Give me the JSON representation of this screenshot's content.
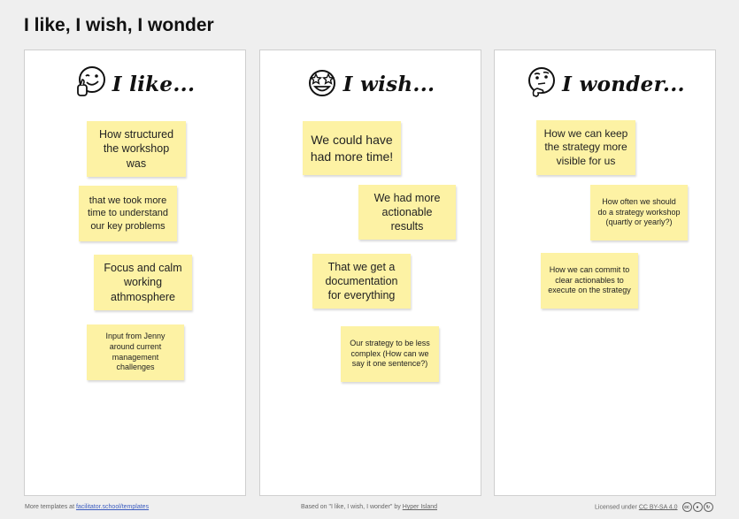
{
  "title": "I like, I wish, I wonder",
  "columns": [
    {
      "heading": "I like...",
      "icon": "smiling-thumbs-up-icon",
      "notes": [
        "How structured the workshop was",
        "that we took more time to understand our key problems",
        "Focus and calm working athmosphere",
        "Input from Jenny around current management challenges"
      ]
    },
    {
      "heading": "I wish...",
      "icon": "star-struck-icon",
      "notes": [
        "We could have had more time!",
        "We had more actionable results",
        "That we get a documentation for everything",
        "Our strategy to be less complex (How can we say it one sentence?)"
      ]
    },
    {
      "heading": "I wonder...",
      "icon": "thinking-face-icon",
      "notes": [
        "How we can keep the strategy more visible for us",
        "How often we should do a strategy workshop (quartly or yearly?)",
        "How we can commit to clear actionables to execute on the strategy"
      ]
    }
  ],
  "footer": {
    "left_prefix": "More templates at ",
    "left_link": "facilitator.school/templates",
    "center_prefix": "Based on \"I like, I wish, I wonder\" by ",
    "center_link": "Hyper Island",
    "right_prefix": "Licensed under ",
    "right_link": "CC BY-SA 4.0",
    "license_icons": [
      "cc-icon",
      "by-icon",
      "sa-icon"
    ]
  },
  "colors": {
    "note": "#fdf2a4",
    "background": "#efefef",
    "column": "#ffffff"
  }
}
